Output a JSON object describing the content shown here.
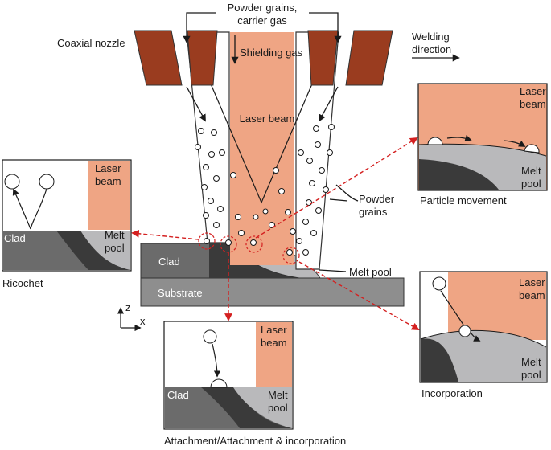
{
  "labels": {
    "powder_grains_carrier_gas_line1": "Powder grains,",
    "powder_grains_carrier_gas_line2": "carrier gas",
    "coaxial_nozzle": "Coaxial nozzle",
    "shielding_gas": "Shielding gas",
    "welding_direction_line1": "Welding",
    "welding_direction_line2": "direction",
    "laser_beam": "Laser beam",
    "powder_grains_line1": "Powder",
    "powder_grains_line2": "grains",
    "clad": "Clad",
    "substrate": "Substrate",
    "melt_pool": "Melt pool",
    "axis_z": "z",
    "axis_x": "x"
  },
  "insets": {
    "ricochet": {
      "laser_line1": "Laser",
      "laser_line2": "beam",
      "clad": "Clad",
      "melt_line1": "Melt",
      "melt_line2": "pool",
      "caption": "Ricochet"
    },
    "particle_movement": {
      "laser_line1": "Laser",
      "laser_line2": "beam",
      "melt_line1": "Melt",
      "melt_line2": "pool",
      "caption": "Particle movement"
    },
    "incorporation": {
      "laser_line1": "Laser",
      "laser_line2": "beam",
      "melt_line1": "Melt",
      "melt_line2": "pool",
      "caption": "Incorporation"
    },
    "attachment": {
      "laser_line1": "Laser",
      "laser_line2": "beam",
      "clad": "Clad",
      "melt_line1": "Melt",
      "melt_line2": "pool",
      "caption": "Attachment/Attachment & incorporation"
    }
  },
  "colors": {
    "nozzle": "#9a3c1f",
    "laser": "#efa584",
    "clad": "#6b6b6b",
    "clad_dark": "#3a3a3a",
    "melt_pool": "#b9b9bb",
    "substrate": "#8e8e8e",
    "arrow_red": "#d42020"
  }
}
